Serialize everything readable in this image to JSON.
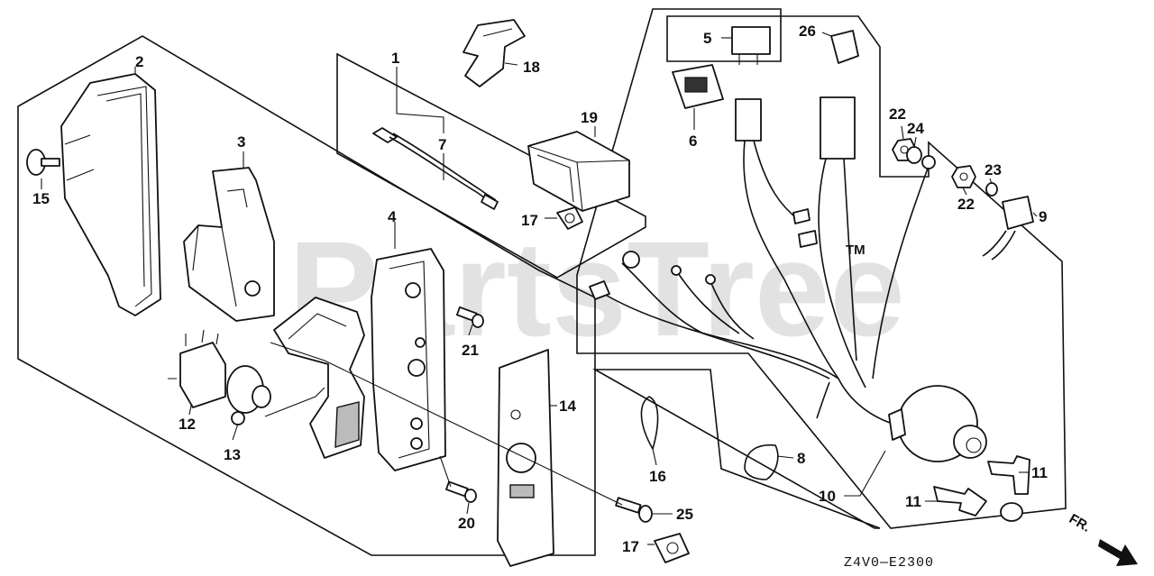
{
  "watermark": "PartsTree",
  "watermark_tm": "TM",
  "diagram_code": "Z4V0—E2300",
  "front_label": "FR.",
  "callouts": {
    "c1": "1",
    "c2": "2",
    "c3": "3",
    "c4": "4",
    "c5": "5",
    "c6": "6",
    "c7": "7",
    "c8": "8",
    "c9": "9",
    "c10": "10",
    "c11a": "11",
    "c11b": "11",
    "c12": "12",
    "c13": "13",
    "c14": "14",
    "c15": "15",
    "c16": "16",
    "c17a": "17",
    "c17b": "17",
    "c18": "18",
    "c19": "19",
    "c20": "20",
    "c21": "21",
    "c22a": "22",
    "c22b": "22",
    "c23": "23",
    "c24": "24",
    "c25": "25",
    "c26": "26"
  }
}
